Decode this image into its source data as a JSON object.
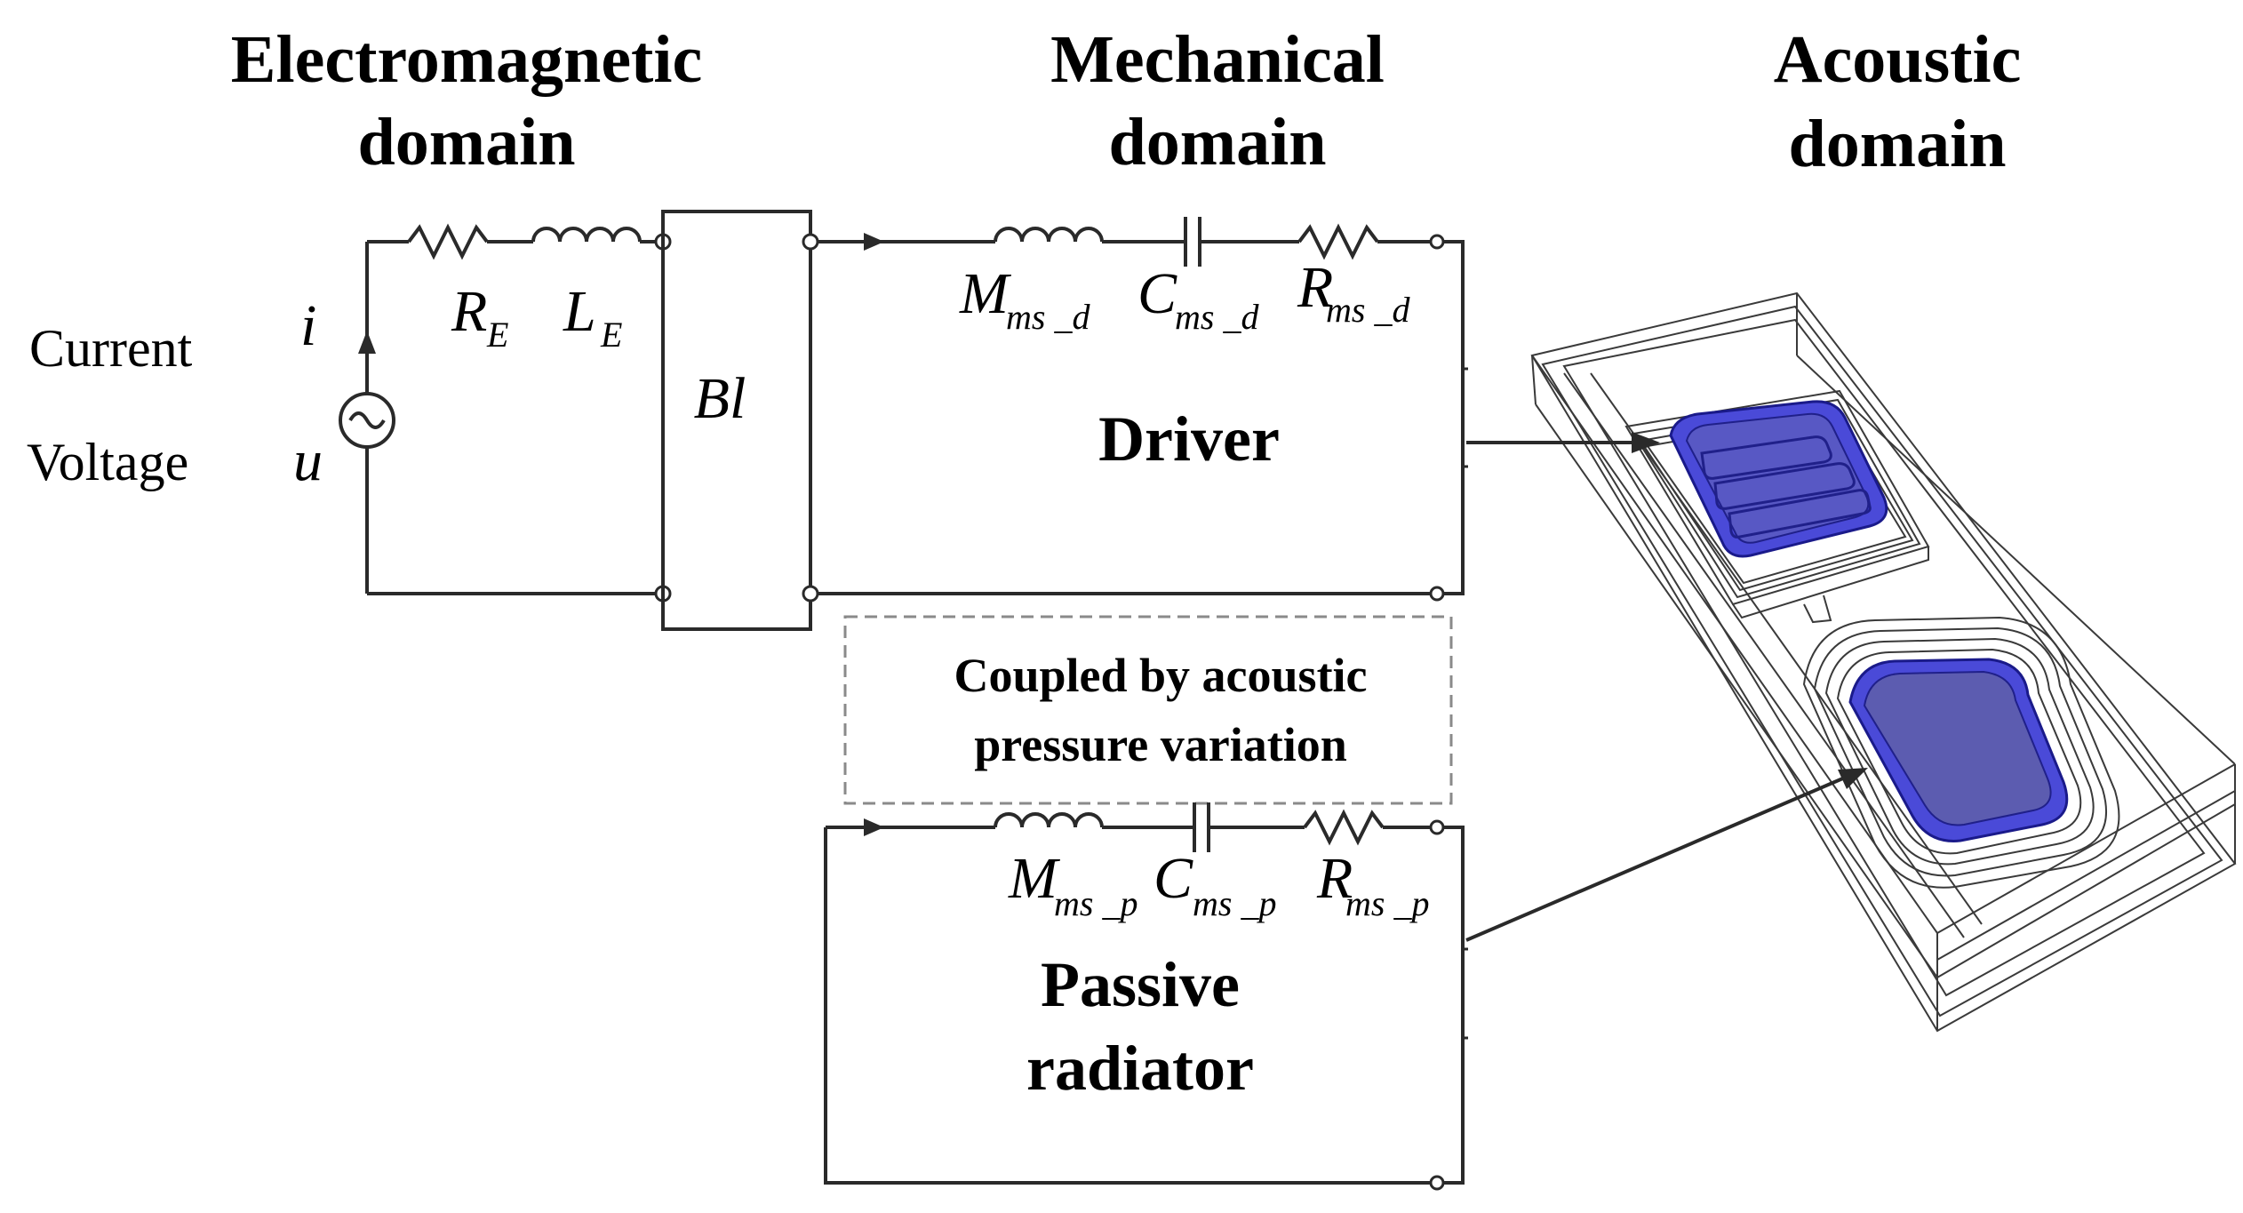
{
  "headings": {
    "electromagnetic": [
      "Electromagnetic",
      "domain"
    ],
    "mechanical": [
      "Mechanical",
      "domain"
    ],
    "acoustic": [
      "Acoustic",
      "domain"
    ]
  },
  "left_labels": {
    "current": "Current",
    "voltage": "Voltage"
  },
  "symbols": {
    "i": "i",
    "u": "u",
    "RE": {
      "main": "R",
      "sub": "E"
    },
    "LE": {
      "main": "L",
      "sub": "E"
    },
    "Bl": "Bl",
    "Mms_d": {
      "main": "M",
      "sub": "ms _d"
    },
    "Cms_d": {
      "main": "C",
      "sub": "ms _d"
    },
    "Rms_d": {
      "main": "R",
      "sub": "ms _d"
    },
    "Mms_p": {
      "main": "M",
      "sub": "ms _p"
    },
    "Cms_p": {
      "main": "C",
      "sub": "ms _p"
    },
    "Rms_p": {
      "main": "R",
      "sub": "ms _p"
    }
  },
  "blocks": {
    "driver": "Driver",
    "passive": [
      "Passive",
      "radiator"
    ]
  },
  "coupling_note": [
    "Coupled by acoustic",
    "pressure variation"
  ],
  "colors": {
    "wire": "#2a2a2a",
    "membrane": "#4a4ad8",
    "membrane_inner": "#5c5cb0"
  },
  "icons": {
    "source": "ac-voltage-source-icon",
    "model": "speaker-box-3d-model"
  }
}
